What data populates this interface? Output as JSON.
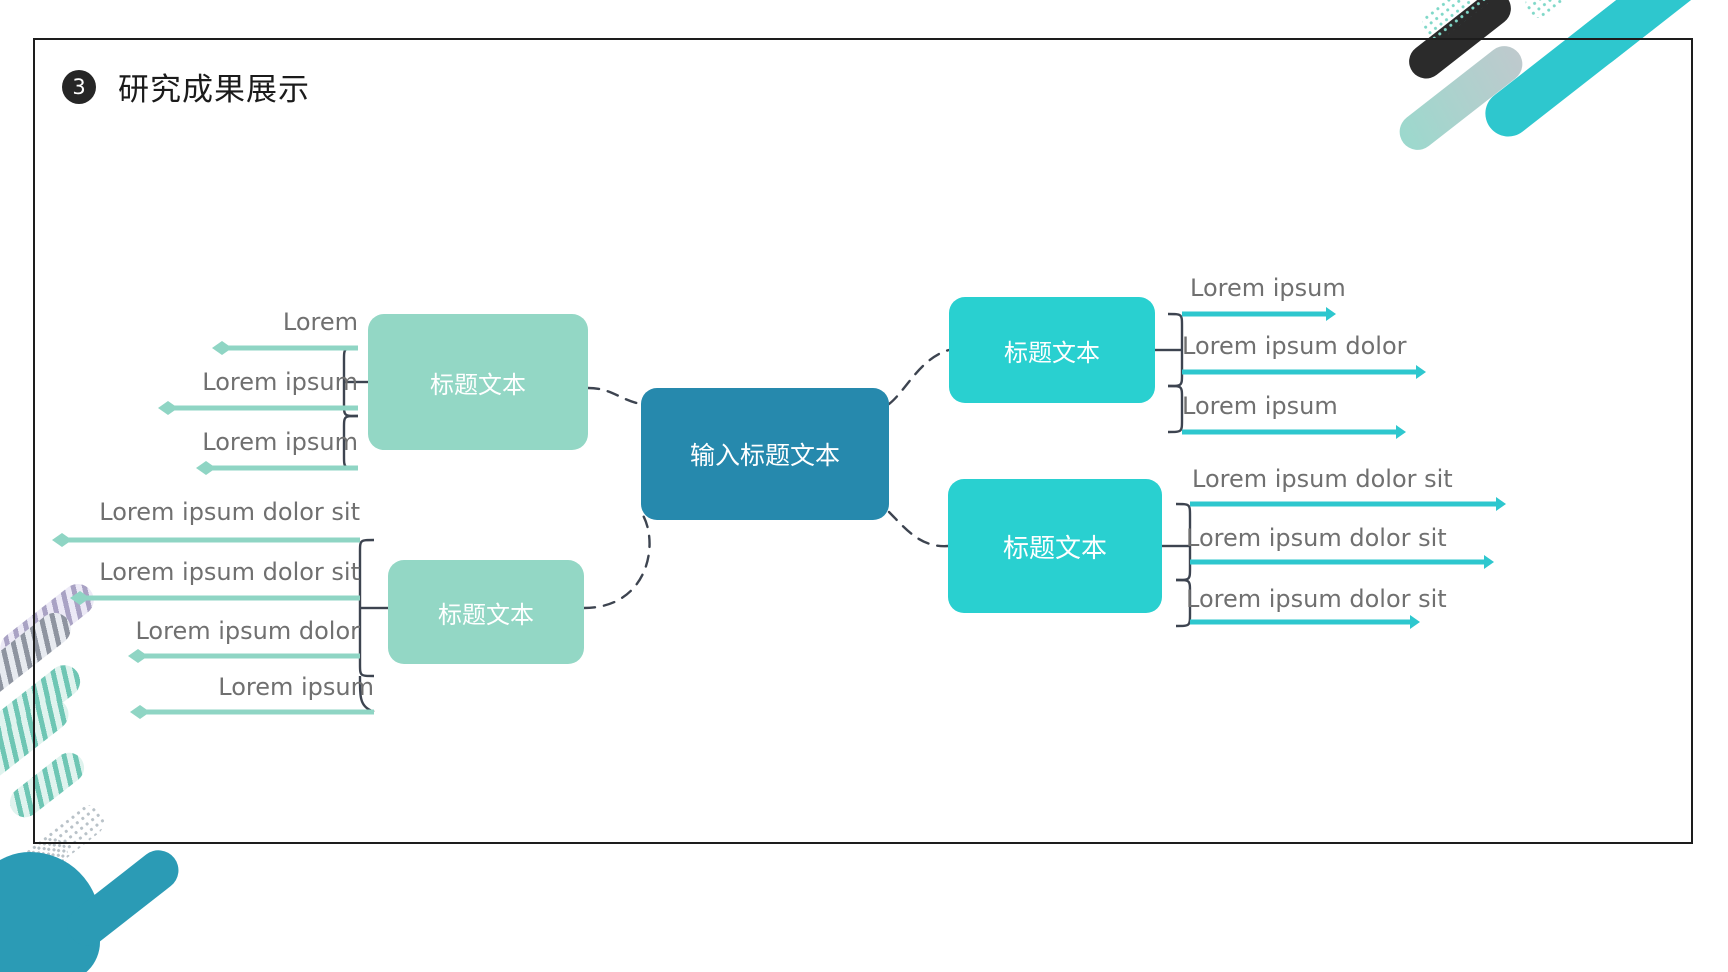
{
  "slide": {
    "title_number": "3",
    "title": "研究成果展示"
  },
  "mindmap": {
    "center": {
      "label": "输入标题文本",
      "color": "#2689ad"
    },
    "branches": [
      {
        "id": "left-top",
        "label": "标题文本",
        "color": "#93d7c5",
        "side": "left",
        "leaves": [
          "Lorem",
          "Lorem ipsum",
          "Lorem ipsum"
        ]
      },
      {
        "id": "left-bottom",
        "label": "标题文本",
        "color": "#93d7c5",
        "side": "left",
        "leaves": [
          "Lorem ipsum dolor sit",
          "Lorem ipsum dolor sit",
          "Lorem ipsum dolor",
          "Lorem ipsum"
        ]
      },
      {
        "id": "right-top",
        "label": "标题文本",
        "color": "#29d0d0",
        "side": "right",
        "leaves": [
          "Lorem ipsum",
          "Lorem ipsum dolor",
          "Lorem ipsum"
        ]
      },
      {
        "id": "right-bottom",
        "label": "标题文本",
        "color": "#29d0d0",
        "side": "right",
        "leaves": [
          "Lorem ipsum dolor sit",
          "Lorem ipsum dolor sit",
          "Lorem ipsum dolor sit"
        ]
      }
    ]
  },
  "theme": {
    "accent_mint": "#93d7c5",
    "accent_cyan": "#29d0d0",
    "accent_blue": "#2689ad",
    "text_gray": "#707070",
    "frame": "#1d1d1d"
  }
}
